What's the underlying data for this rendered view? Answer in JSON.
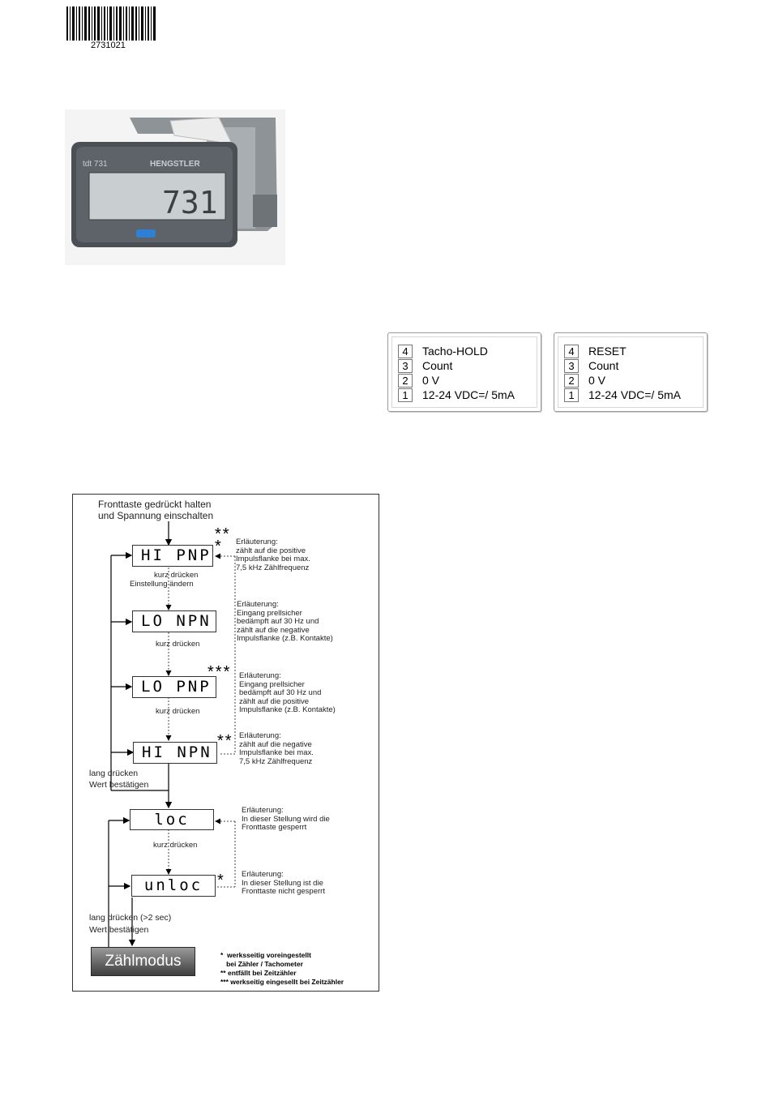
{
  "barcode": {
    "number": "2731021"
  },
  "product": {
    "model_text": "tdt 731",
    "brand_text": "HENGSTLER",
    "display_digits": "731"
  },
  "pin_tables": [
    {
      "rows": [
        {
          "pin": "4",
          "label": "Tacho-HOLD"
        },
        {
          "pin": "3",
          "label": "Count"
        },
        {
          "pin": "2",
          "label": "0 V"
        },
        {
          "pin": "1",
          "label": "12-24 VDC=/ 5mA"
        }
      ]
    },
    {
      "rows": [
        {
          "pin": "4",
          "label": "RESET"
        },
        {
          "pin": "3",
          "label": "Count"
        },
        {
          "pin": "2",
          "label": "0 V"
        },
        {
          "pin": "1",
          "label": "12-24 VDC=/ 5mA"
        }
      ]
    }
  ],
  "flow": {
    "start_line1": "Fronttaste gedrückt halten",
    "start_line2": "und Spannung einschalten",
    "displays": [
      "HI  PNP",
      "LO  NPN",
      "LO  PNP",
      "HI  NPN",
      "loc",
      "unloc"
    ],
    "stars": {
      "d0a": "**",
      "d0b": "*",
      "d2": "***",
      "d3": "**",
      "d5": "*"
    },
    "step_short1_line1": "kurz drücken",
    "step_short1_line2": "Einstellung ändern",
    "step_short": "kurz drücken",
    "long_press_1_line1": "lang drücken",
    "long_press_1_line2": "Wert bestätigen",
    "long_press_2_line1": "lang drücken (>2 sec)",
    "long_press_2_line2": "Wert bestätigen",
    "notes": [
      [
        "Erläuterung:",
        "zählt auf die positive",
        "Impulsflanke bei max.",
        "7,5 kHz Zählfrequenz"
      ],
      [
        "Erläuterung:",
        "Eingang prellsicher",
        "bedämpft auf 30 Hz und",
        "zählt auf die negative",
        "Impulsflanke (z.B. Kontakte)"
      ],
      [
        "Erläuterung:",
        "Eingang prellsicher",
        "bedämpft auf 30 Hz und",
        "zählt auf die positive",
        "Impulsflanke (z.B. Kontakte)"
      ],
      [
        "Erläuterung:",
        "zählt auf die negative",
        "Impulsflanke bei max.",
        "7,5 kHz Zählfrequenz"
      ],
      [
        "Erläuterung:",
        "In dieser Stellung wird die",
        "Fronttaste gesperrt"
      ],
      [
        "Erläuterung:",
        "In dieser Stellung ist die",
        "Fronttaste nicht gesperrt"
      ]
    ],
    "mode_button": "Zählmodus",
    "legend": [
      "*  werksseitig voreingestellt",
      "   bei Zähler / Tachometer",
      "** entfällt bei Zeitzähler",
      "*** werkseitig eingesellt bei Zeitzähler"
    ]
  }
}
